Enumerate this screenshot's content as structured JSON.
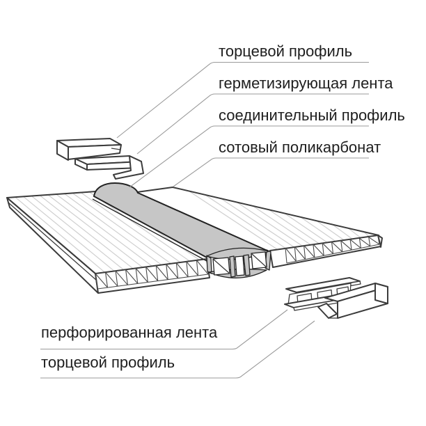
{
  "diagram_subject": "polycarbonate sheet joint assembly",
  "labels": {
    "top": [
      "торцевой профиль",
      "герметизирующая лента",
      "соединительный профиль",
      "сотовый поликарбонат"
    ],
    "bottom": [
      "перфорированная лента",
      "торцевой профиль"
    ]
  },
  "colors": {
    "background": "#ffffff",
    "outline": "#3b3b3b",
    "dark_outline": "#222222",
    "profile_gray": "#c6c6c6",
    "stripe_gray": "#cfcfcf",
    "leader_gray": "#9a9a9a",
    "text": "#1e1e1e"
  }
}
